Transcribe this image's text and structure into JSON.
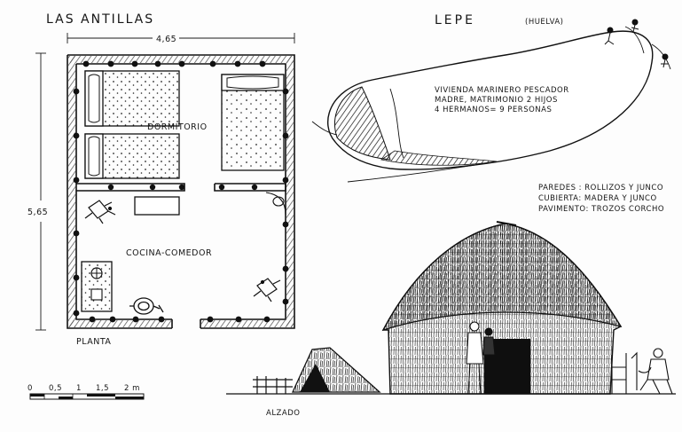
{
  "title": "LAS ANTILLAS",
  "location": {
    "name": "LEPE",
    "province": "(HUELVA)"
  },
  "plan": {
    "width_label": "4,65",
    "height_label": "5,65",
    "rooms": {
      "bedroom": "DORMITORIO",
      "kitchen": "COCINA-COMEDOR"
    },
    "caption": "PLANTA"
  },
  "inhabitants": {
    "line1": "VIVIENDA MARINERO PESCADOR",
    "line2": "MADRE, MATRIMONIO 2 HIJOS",
    "line3": "4 HERMANOS= 9 PERSONAS"
  },
  "materials": {
    "line1": "PAREDES : ROLLIZOS Y JUNCO",
    "line2": "CUBIERTA: MADERA Y JUNCO",
    "line3": "PAVIMENTO: TROZOS CORCHO"
  },
  "scale": {
    "labels": [
      "0",
      "0,5",
      "1",
      "1,5",
      "2 m"
    ]
  },
  "elevation_caption": "ALZADO"
}
